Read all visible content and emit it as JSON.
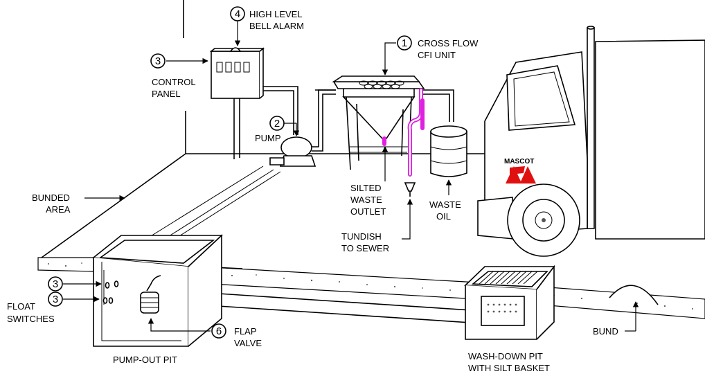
{
  "labels": {
    "alarm": {
      "number": "4",
      "line1": "HIGH LEVEL",
      "line2": "BELL ALARM"
    },
    "cfi": {
      "number": "1",
      "line1": "CROSS FLOW",
      "line2": "CFI UNIT"
    },
    "control": {
      "number": "3",
      "line1": "CONTROL",
      "line2": "PANEL"
    },
    "pump": {
      "number": "2",
      "text": "PUMP"
    },
    "silted": {
      "line1": "SILTED",
      "line2": "WASTE",
      "line3": "OUTLET"
    },
    "oil": {
      "line1": "WASTE",
      "line2": "OIL"
    },
    "tundish": {
      "line1": "TUNDISH",
      "line2": "TO SEWER"
    },
    "bunded": {
      "line1": "BUNDED",
      "line2": "AREA"
    },
    "float": {
      "number_a": "3",
      "number_b": "3",
      "line1": "FLOAT",
      "line2": "SWITCHES"
    },
    "flap": {
      "number": "6",
      "line1": "FLAP",
      "line2": "VALVE"
    },
    "pumpout": {
      "text": "PUMP-OUT PIT"
    },
    "washdown": {
      "line1": "WASH-DOWN PIT",
      "line2": "WITH SILT BASKET"
    },
    "bund": {
      "text": "BUND"
    },
    "truck_brand": "MASCOT"
  },
  "colors": {
    "hose": "#e020e0",
    "truck_logo": "#e01010"
  }
}
